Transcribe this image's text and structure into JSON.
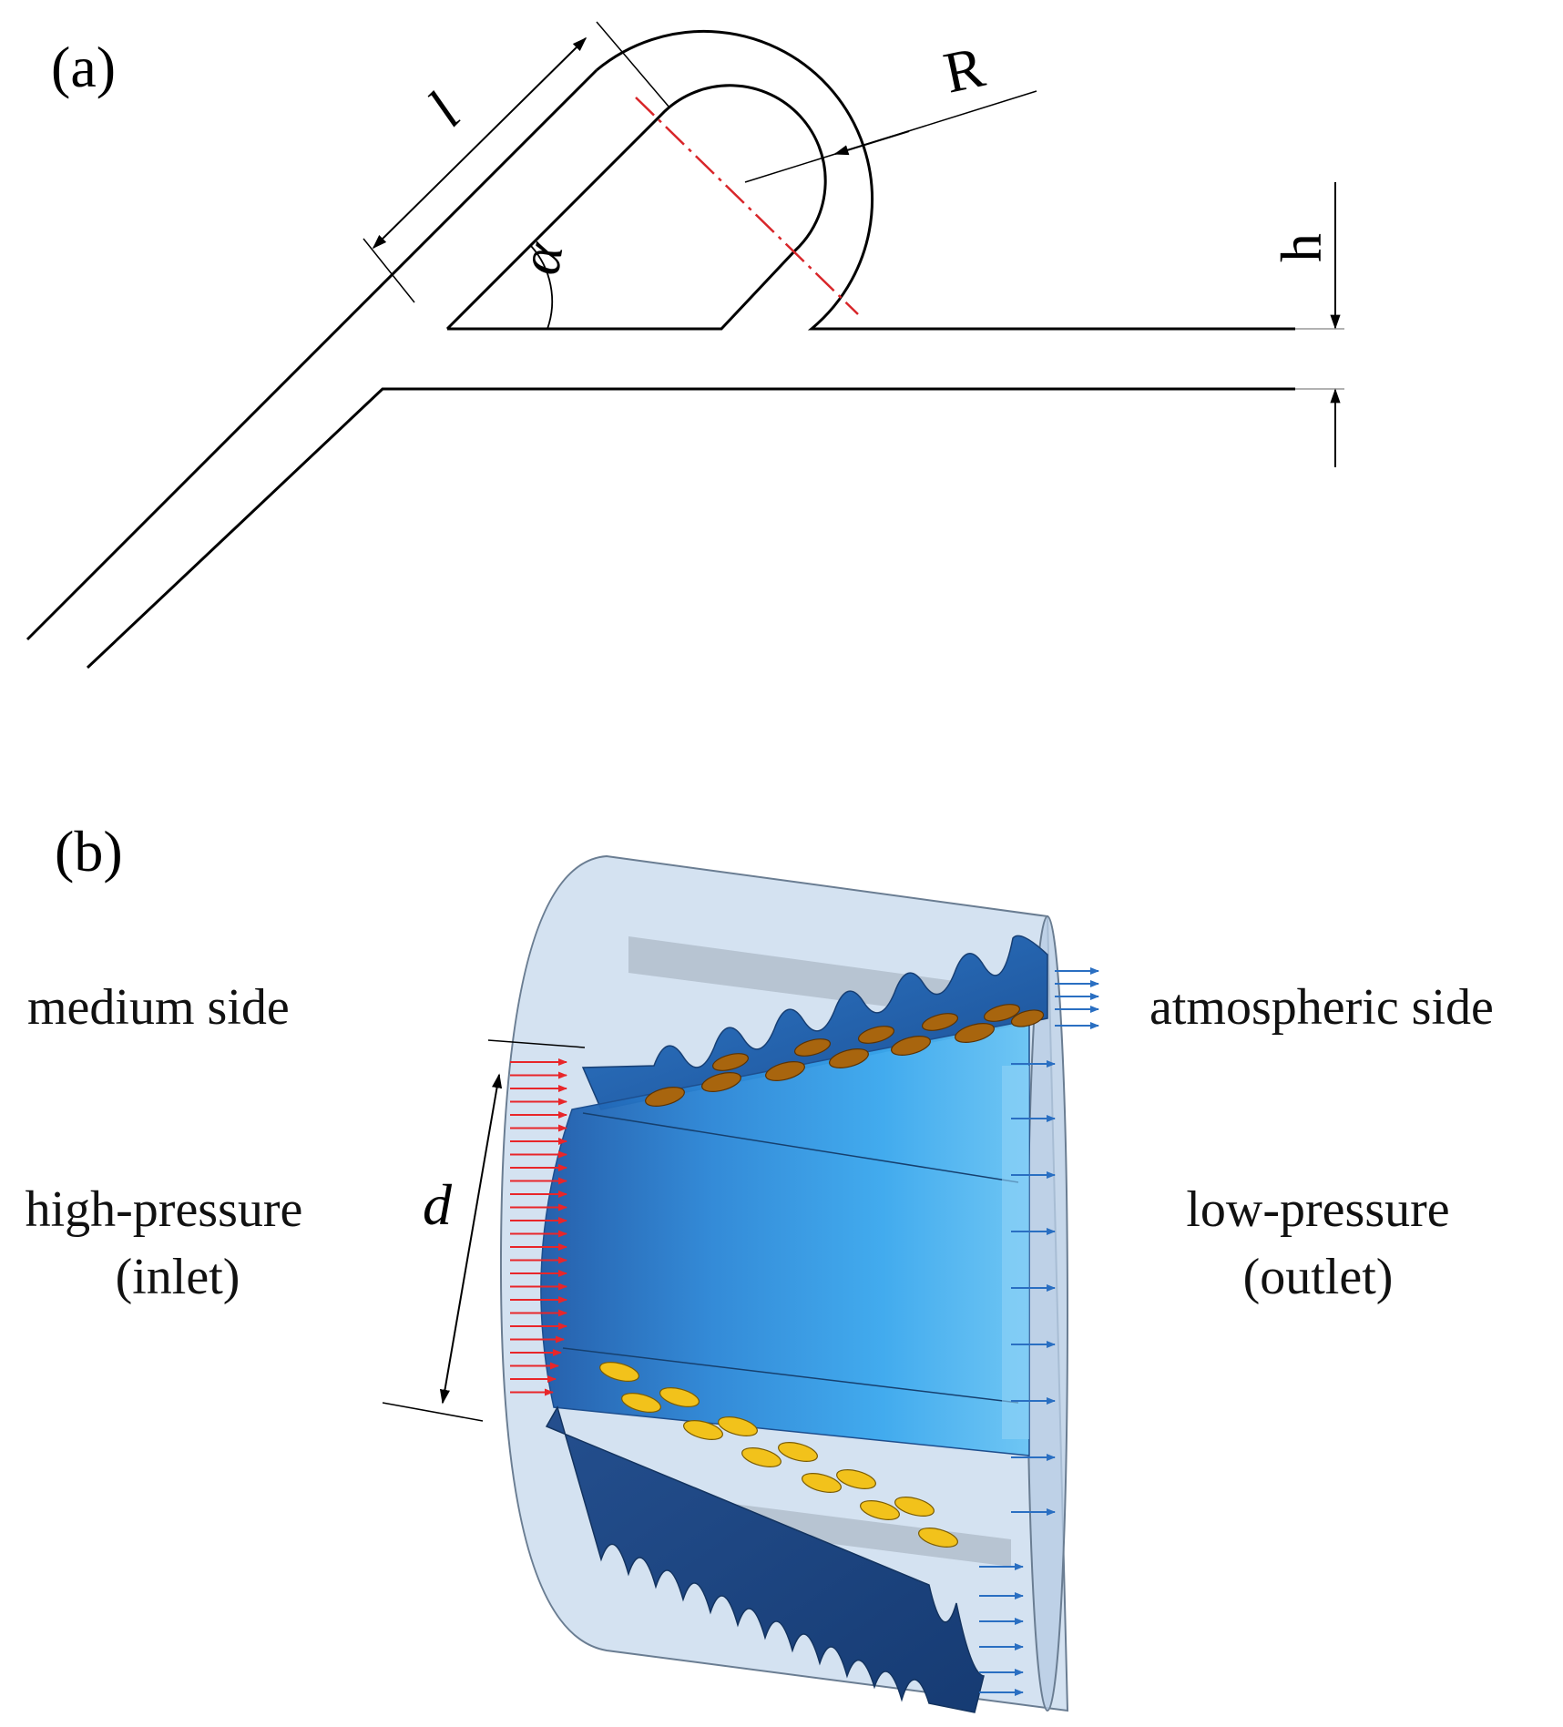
{
  "panel_a": {
    "label": "(a)",
    "dim_l": "l",
    "dim_R": "R",
    "dim_h": "h",
    "angle": "α"
  },
  "panel_b": {
    "label": "(b)",
    "medium_side": "medium side",
    "atmospheric_side": "atmospheric side",
    "inlet_line1": "high-pressure",
    "inlet_line2": "(inlet)",
    "outlet_line1": "low-pressure",
    "outlet_line2": "(outlet)",
    "dim_d": "d"
  },
  "colors": {
    "inlet_text": "#e8191a",
    "outlet_text": "#6fa6ee",
    "inlet_arrows": "#e8262a",
    "outlet_arrows": "#2a6fc2",
    "centerline": "#d8262a",
    "teeth_brown": "#a8650e",
    "teeth_yellow": "#f2c21b",
    "shell": "#c6d8ec"
  }
}
